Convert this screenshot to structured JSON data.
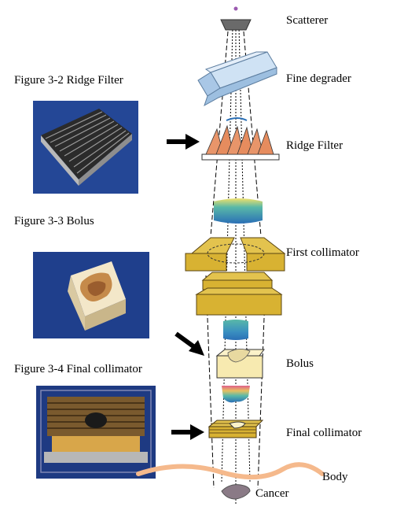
{
  "figures": [
    {
      "caption": "Figure 3-2 Ridge Filter"
    },
    {
      "caption": "Figure 3-3 Bolus"
    },
    {
      "caption": "Figure 3-4 Final collimator"
    }
  ],
  "components": [
    {
      "label": "Scatterer"
    },
    {
      "label": "Fine degrader"
    },
    {
      "label": "Ridge Filter"
    },
    {
      "label": "First collimator"
    },
    {
      "label": "Bolus"
    },
    {
      "label": "Final collimator"
    },
    {
      "label": "Body"
    },
    {
      "label": "Cancer"
    }
  ],
  "colors": {
    "collimator": "#d8b232",
    "ridge_filter": "#e8956a",
    "degrader": "#b7d3ec",
    "bolus": "#f7eab0",
    "body": "#f5b98c",
    "cancer": "#8a7a86",
    "photo_bg": "#1f3f8c",
    "beam_band_top": "#59b9a8",
    "beam_band_bottom": "#2a6fb6"
  }
}
